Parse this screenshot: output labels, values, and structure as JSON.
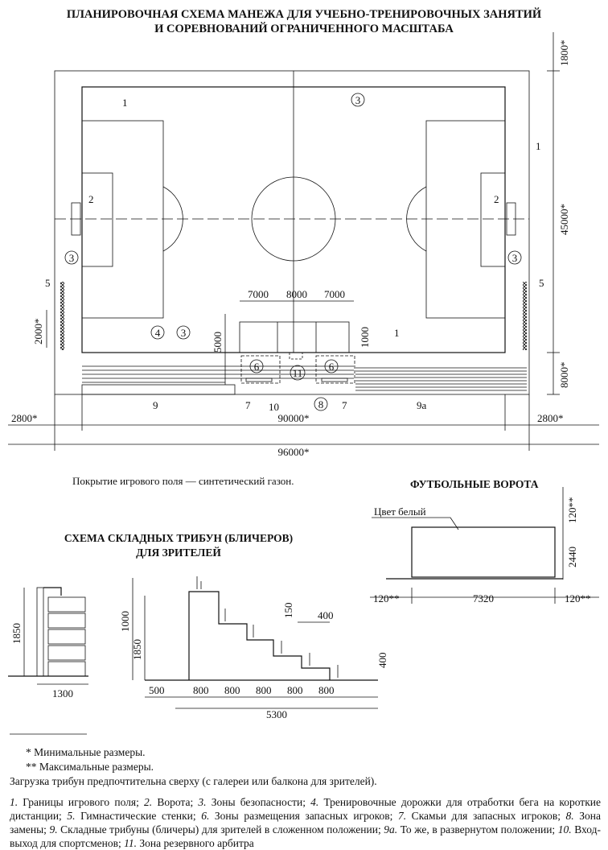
{
  "title": {
    "line1": "ПЛАНИРОВОЧНАЯ СХЕМА МАНЕЖА ДЛЯ УЧЕБНО-ТРЕНИРОВОЧНЫХ ЗАНЯТИЙ",
    "line2": "И СОРЕВНОВАНИЙ ОГРАНИЧЕННОГО МАСШТАБА"
  },
  "plan": {
    "dims": {
      "top_right": "1800*",
      "field_height": "45000*",
      "bottom_zone": "8000*",
      "left_wall": "2000*",
      "left_margin": "2800*",
      "field_width": "90000*",
      "right_margin": "2800*",
      "total_width": "96000*",
      "sub_left": "7000",
      "sub_mid": "8000",
      "sub_right": "7000",
      "sub_depth": "5000",
      "sub_small": "1000"
    },
    "markers": [
      "1",
      "1",
      "1",
      "2",
      "2",
      "3",
      "3",
      "3",
      "3",
      "4",
      "5",
      "5",
      "6",
      "6",
      "7",
      "7",
      "8",
      "9",
      "9а",
      "10",
      "11"
    ]
  },
  "cover_note": "Покрытие игрового поля — синтетический газон.",
  "goals": {
    "title": "ФУТБОЛЬНЫЕ ВОРОТА",
    "color_note": "Цвет белый",
    "dim_top": "120**",
    "dim_height": "2440",
    "dim_left": "120**",
    "dim_width": "7320",
    "dim_right": "120**"
  },
  "stands": {
    "title_line1": "СХЕМА СКЛАДНЫХ ТРИБУН (БЛИЧЕРОВ)",
    "title_line2": "ДЛЯ ЗРИТЕЛЕЙ",
    "folded": {
      "height": "1850",
      "depth": "1300"
    },
    "unfolded": {
      "h1000": "1000",
      "h1850": "1850",
      "step_h": "150",
      "step_w": "400",
      "low_h": "400",
      "first": "500",
      "rows": [
        "800",
        "800",
        "800",
        "800",
        "800"
      ],
      "total": "5300"
    }
  },
  "footnotes": {
    "min": "* Минимальные размеры.",
    "max": "** Максимальные размеры.",
    "loading": "Загрузка трибун предпочтительна сверху (с галереи или балкона для зрителей)."
  },
  "legend": [
    {
      "num": "1.",
      "text": " Границы игрового поля; "
    },
    {
      "num": "2.",
      "text": " Ворота; "
    },
    {
      "num": "3.",
      "text": " Зоны безопасности; "
    },
    {
      "num": "4.",
      "text": " Тренировочные дорожки для отработки бега на короткие дистанции; "
    },
    {
      "num": "5.",
      "text": " Гимнастические стенки; "
    },
    {
      "num": "6.",
      "text": " Зоны размещения запасных игроков; "
    },
    {
      "num": "7.",
      "text": " Скамьи для запасных игроков; "
    },
    {
      "num": "8.",
      "text": " Зона замены; "
    },
    {
      "num": "9.",
      "text": " Складные трибуны (бличеры) для зрителей в сложенном положении; "
    },
    {
      "num": "9а.",
      "text": " То же, в развернутом положении; "
    },
    {
      "num": "10.",
      "text": " Вход-выход для спортсменов; "
    },
    {
      "num": "11.",
      "text": " Зона резервного арбитра"
    }
  ]
}
